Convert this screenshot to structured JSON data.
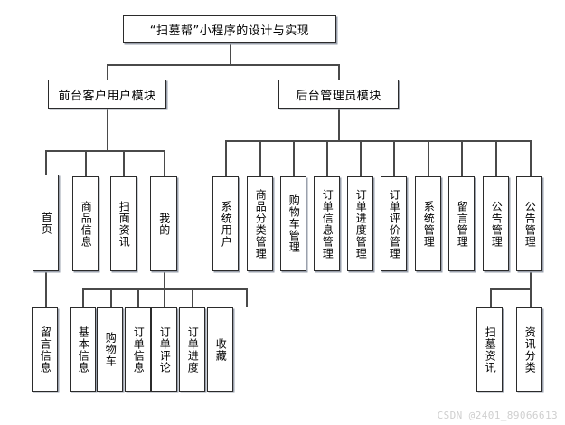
{
  "diagram": {
    "type": "tree-hierarchy",
    "title_node": {
      "label": "“扫墓帮”小程序的设计与实现"
    },
    "level2": [
      {
        "label": "前台客户用户模块"
      },
      {
        "label": "后台管理员模块"
      }
    ],
    "level3_left": [
      {
        "label": "首页"
      },
      {
        "label": "商品信息"
      },
      {
        "label": "扫面资讯"
      },
      {
        "label": "我的"
      }
    ],
    "level3_right": [
      {
        "label": "系统用户"
      },
      {
        "label": "商品分类管理"
      },
      {
        "label": "购物车管理"
      },
      {
        "label": "订单信息管理"
      },
      {
        "label": "订单进度管理"
      },
      {
        "label": "订单评价管理"
      },
      {
        "label": "系统管理"
      },
      {
        "label": "留言管理"
      },
      {
        "label": "公告管理"
      },
      {
        "label": "公告管理"
      }
    ],
    "level4_left": [
      {
        "label": "留言信息"
      },
      {
        "label": "基本信息"
      },
      {
        "label": "购物车"
      },
      {
        "label": "订单信息"
      },
      {
        "label": "订单评论"
      },
      {
        "label": "订单进度"
      },
      {
        "label": "收藏"
      }
    ],
    "level4_right": [
      {
        "label": "扫墓资讯"
      },
      {
        "label": "资讯分类"
      }
    ],
    "colors": {
      "box_border": "#2b2b2b",
      "box_shadow": "#9aa0ac",
      "connector": "#4a4a4a",
      "background": "#ffffff",
      "watermark": "#cfcfcf"
    }
  },
  "watermark": {
    "text": "CSDN @2401_89066613"
  }
}
